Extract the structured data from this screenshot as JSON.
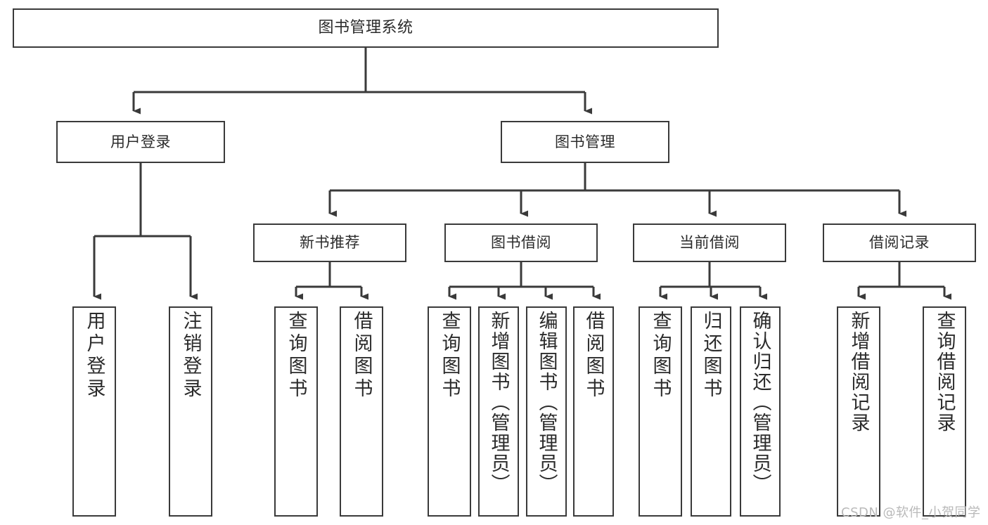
{
  "diagram": {
    "type": "tree",
    "title": "图书管理系统",
    "orientation": "top-down",
    "edge_color": "#3a3a3a",
    "box_border_color": "#3a3a3a",
    "box_fill_color": "#ffffff",
    "text_color": "#2b2b2b"
  },
  "nodes": {
    "root": {
      "label": "图书管理系统",
      "level": 0
    },
    "l1": [
      {
        "id": "user-login",
        "label": "用户登录",
        "level": 1
      },
      {
        "id": "book-manage",
        "label": "图书管理",
        "level": 1
      }
    ],
    "l2": [
      {
        "id": "new-book-recommend",
        "label": "新书推荐",
        "level": 2,
        "parent": "book-manage"
      },
      {
        "id": "book-borrow",
        "label": "图书借阅",
        "level": 2,
        "parent": "book-manage"
      },
      {
        "id": "current-borrow",
        "label": "当前借阅",
        "level": 2,
        "parent": "book-manage"
      },
      {
        "id": "borrow-record",
        "label": "借阅记录",
        "level": 2,
        "parent": "book-manage"
      }
    ],
    "leaves": [
      {
        "id": "leaf-user-login",
        "label": "用户登录",
        "parent": "user-login"
      },
      {
        "id": "leaf-logout-login",
        "label": "注销登录",
        "parent": "user-login"
      },
      {
        "id": "leaf-query-book-1",
        "label": "查询图书",
        "parent": "new-book-recommend"
      },
      {
        "id": "leaf-borrow-book-1",
        "label": "借阅图书",
        "parent": "new-book-recommend"
      },
      {
        "id": "leaf-query-book-2",
        "label": "查询图书",
        "parent": "book-borrow"
      },
      {
        "id": "leaf-add-book",
        "label": "新增图书（管理员）",
        "parent": "book-borrow"
      },
      {
        "id": "leaf-edit-book",
        "label": "编辑图书（管理员）",
        "parent": "book-borrow"
      },
      {
        "id": "leaf-borrow-book-2",
        "label": "借阅图书",
        "parent": "book-borrow"
      },
      {
        "id": "leaf-query-book-3",
        "label": "查询图书",
        "parent": "current-borrow"
      },
      {
        "id": "leaf-return-book",
        "label": "归还图书",
        "parent": "current-borrow"
      },
      {
        "id": "leaf-confirm-return",
        "label": "确认归还（管理员）",
        "parent": "current-borrow"
      },
      {
        "id": "leaf-add-record",
        "label": "新增借阅记录",
        "parent": "borrow-record"
      },
      {
        "id": "leaf-query-record",
        "label": "查询借阅记录",
        "parent": "borrow-record"
      }
    ]
  },
  "watermark": {
    "text": "CSDN @软件_小贺同学"
  }
}
